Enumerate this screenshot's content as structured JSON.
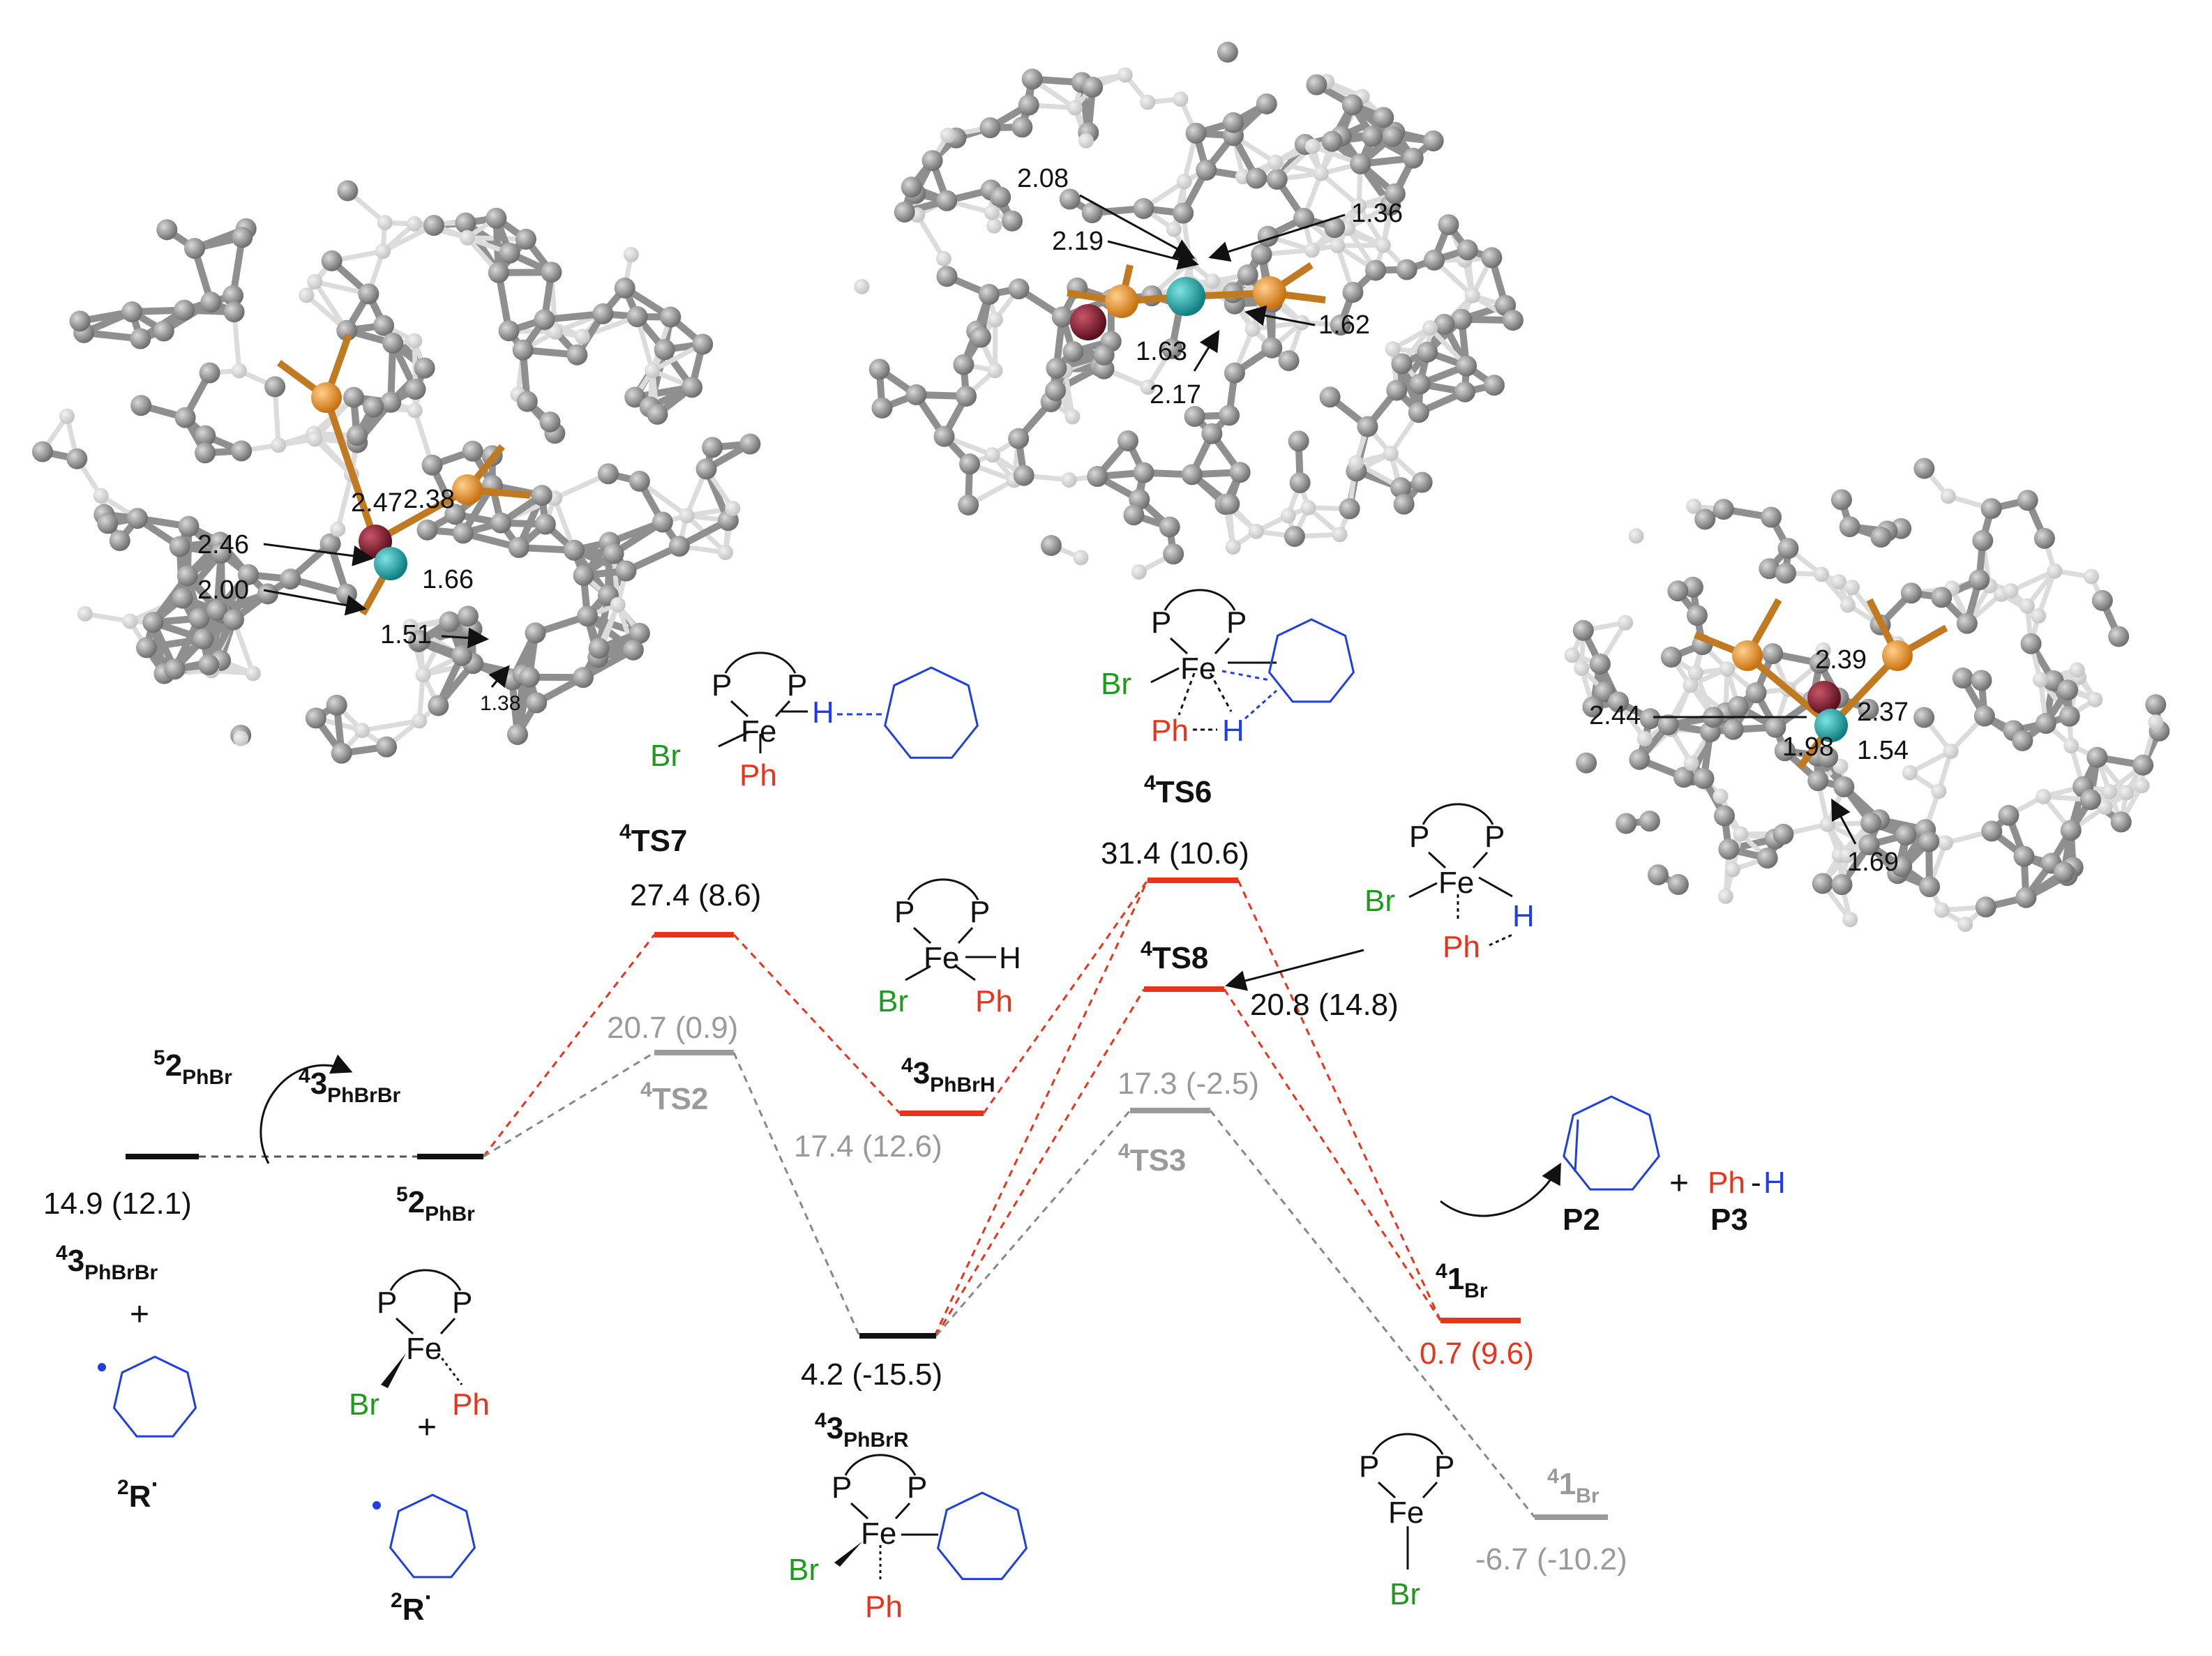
{
  "colors": {
    "black": "#111111",
    "red": "#e8341c",
    "gray": "#9a9a9a",
    "green": "#1f9a1f",
    "blue": "#1f3fe0",
    "atom_p": "#e08a1e",
    "atom_fe": "#1aa7a7",
    "atom_br": "#8a1c2c",
    "atom_c": "#8c8c8c",
    "atom_h": "#d8d8d8"
  },
  "states": {
    "start": {
      "label_main": "5",
      "label_name": "2",
      "label_sub": "PhBr",
      "energy": "14.9 (12.1)",
      "spin_label_sup": "4",
      "spin_label_main": "3",
      "spin_label_sub": "PhBrBr",
      "plus": "+",
      "radical_sup": "2",
      "radical_main": "R",
      "radical_dot": "·"
    },
    "hop": {
      "left_sup": "5",
      "left_main": "2",
      "left_sub": "PhBr",
      "right_sup": "4",
      "right_main": "3",
      "right_sub": "PhBrBr"
    },
    "int52": {
      "sup": "5",
      "main": "2",
      "sub": "PhBr",
      "plus": "+",
      "radical_sup": "2",
      "radical_main": "R",
      "radical_dot": "·"
    },
    "ts7": {
      "sup": "4",
      "main": "TS7",
      "energy": "27.4 (8.6)"
    },
    "ts2": {
      "sup": "4",
      "main": "TS2",
      "energy": "20.7 (0.9)"
    },
    "int43h": {
      "sup": "4",
      "main": "3",
      "sub": "PhBrH",
      "energy": "17.4 (12.6)"
    },
    "int43r": {
      "sup": "4",
      "main": "3",
      "sub": "PhBrR",
      "energy": "4.2 (-15.5)"
    },
    "ts6": {
      "sup": "4",
      "main": "TS6",
      "energy": "31.4 (10.6)"
    },
    "ts8": {
      "sup": "4",
      "main": "TS8",
      "energy": "20.8 (14.8)"
    },
    "ts3": {
      "sup": "4",
      "main": "TS3",
      "energy": "17.3 (-2.5)"
    },
    "p1red": {
      "sup": "4",
      "main": "1",
      "sub": "Br",
      "energy": "0.7 (9.6)"
    },
    "p1gray": {
      "sup": "4",
      "main": "1",
      "sub": "Br",
      "energy": "-6.7 (-10.2)"
    },
    "products": {
      "p2": "P2",
      "p3": "P3",
      "plus": "+",
      "ph": "Ph",
      "dash": "-",
      "h": "H"
    }
  },
  "chem": {
    "P": "P",
    "Fe": "Fe",
    "Br": "Br",
    "Ph": "Ph",
    "H": "H"
  },
  "distances": {
    "left": [
      "2.47",
      "2.38",
      "2.46",
      "1.66",
      "2.00",
      "1.51",
      "1.38"
    ],
    "top": [
      "2.08",
      "1.36",
      "2.19",
      "1.62",
      "1.63",
      "2.17"
    ],
    "right": [
      "2.39",
      "2.37",
      "2.44",
      "1.98",
      "1.54",
      "1.69"
    ]
  }
}
